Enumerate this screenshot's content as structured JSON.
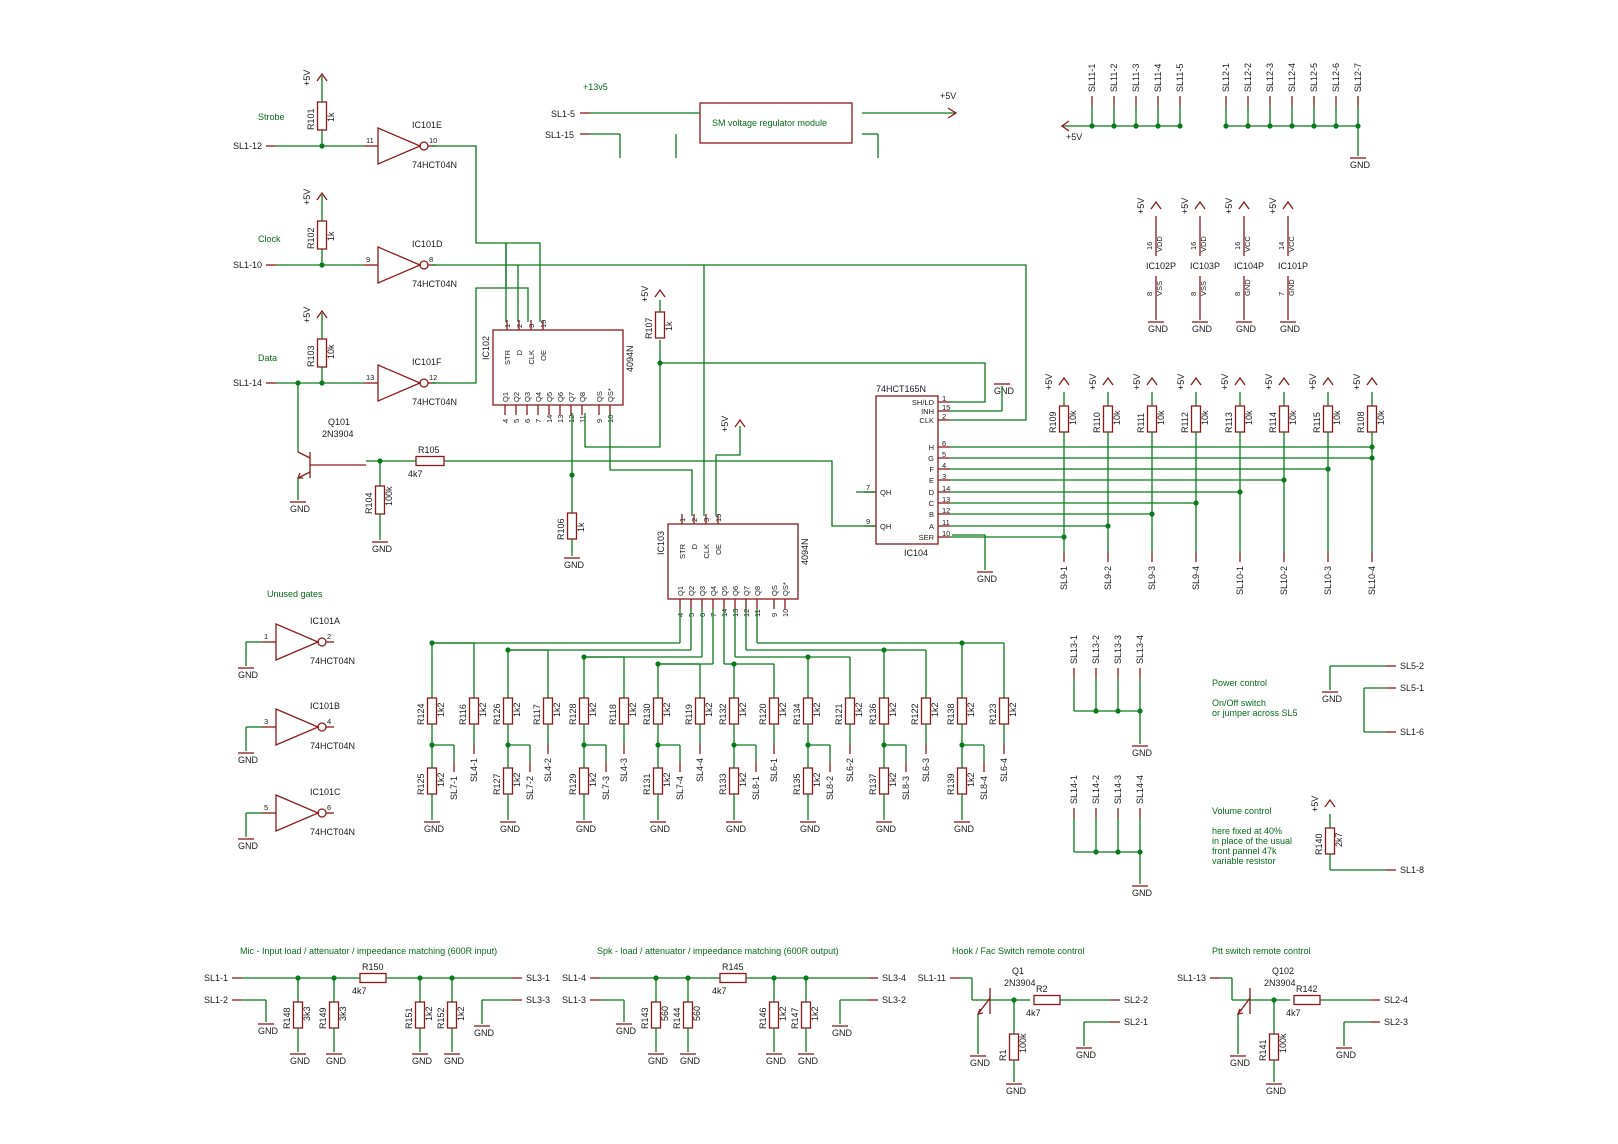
{
  "sections": {
    "strobe": "Strobe",
    "clock": "Clock",
    "data": "Data",
    "unused_gates": "Unused gates",
    "supply": "+13v5",
    "mic_title": "Mic - Input load / attenuator / impeedance matching (600R input)",
    "spk_title": "Spk - load / attenuator / impeedance matching (600R output)",
    "hook_title": "Hook / Fac Switch remote control",
    "ptt_title": "Ptt switch remote control",
    "power_title": "Power control",
    "power_note1": "On/Off switch",
    "power_note2": "or jumper across SL5",
    "volume_title": "Volume control",
    "volume_note1": "here fixed at 40%",
    "volume_note2": "in place of the usual",
    "volume_note3": "front pannel 47k",
    "volume_note4": "variable resistor"
  },
  "regulator": {
    "label": "SM voltage regulator module",
    "in": "SL1-5",
    "gnd_in": "SL1-15",
    "out": "+5V"
  },
  "power": {
    "vcc": "+5V",
    "gnd": "GND"
  },
  "inverters": [
    {
      "name": "IC101E",
      "type": "74HCT04N",
      "pin_in": "11",
      "pin_out": "10",
      "conn": "SL1-12",
      "res": "R101",
      "res_val": "1k"
    },
    {
      "name": "IC101D",
      "type": "74HCT04N",
      "pin_in": "9",
      "pin_out": "8",
      "conn": "SL1-10",
      "res": "R102",
      "res_val": "1k"
    },
    {
      "name": "IC101F",
      "type": "74HCT04N",
      "pin_in": "13",
      "pin_out": "12",
      "conn": "SL1-14",
      "res": "R103",
      "res_val": "10k"
    }
  ],
  "unused": [
    {
      "name": "IC101A",
      "type": "74HCT04N",
      "pin_in": "1",
      "pin_out": "2"
    },
    {
      "name": "IC101B",
      "type": "74HCT04N",
      "pin_in": "3",
      "pin_out": "4"
    },
    {
      "name": "IC101C",
      "type": "74HCT04N",
      "pin_in": "5",
      "pin_out": "6"
    }
  ],
  "ic102": {
    "name": "IC102",
    "type": "4094N",
    "top": [
      "STR",
      "D",
      "CLK",
      "OE"
    ],
    "top_pins": [
      "1",
      "2",
      "3",
      "15"
    ],
    "bottom": [
      "Q1",
      "Q2",
      "Q3",
      "Q4",
      "Q5",
      "Q6",
      "Q7",
      "Q8",
      "QS",
      "QS*"
    ],
    "bottom_pins": [
      "4",
      "5",
      "6",
      "7",
      "14",
      "13",
      "12",
      "11",
      "9",
      "10"
    ]
  },
  "ic103": {
    "name": "IC103",
    "type": "4094N",
    "top": [
      "STR",
      "D",
      "CLK",
      "OE"
    ],
    "top_pins": [
      "1",
      "2",
      "3",
      "15"
    ],
    "bottom": [
      "Q1",
      "Q2",
      "Q3",
      "Q4",
      "Q5",
      "Q6",
      "Q7",
      "Q8",
      "QS",
      "QS*"
    ],
    "bottom_pins": [
      "4",
      "5",
      "6",
      "7",
      "14",
      "13",
      "12",
      "11",
      "9",
      "10"
    ]
  },
  "ic104": {
    "name": "IC104",
    "type": "74HCT165N",
    "left": [
      "SH/LD",
      "INH",
      "CLK"
    ],
    "inputs": [
      "H",
      "G",
      "F",
      "E",
      "D",
      "C",
      "B",
      "A",
      "SER"
    ],
    "input_pins": [
      "6",
      "5",
      "4",
      "3",
      "14",
      "13",
      "12",
      "11",
      "10"
    ],
    "ctrl_pins": [
      "1",
      "15",
      "2"
    ],
    "outs": [
      "QH",
      "QH"
    ],
    "out_pins": [
      "7",
      "9"
    ]
  },
  "q101": {
    "name": "Q101",
    "type": "2N3904",
    "r105": "R105",
    "r105_val": "4k7",
    "r104": "R104",
    "r104_val": "100k"
  },
  "r106": {
    "name": "R106",
    "val": "1k"
  },
  "r107": {
    "name": "R107",
    "val": "1k"
  },
  "power_pins": [
    {
      "name": "IC102P",
      "vcc_pin": "16",
      "vcc": "VDD",
      "gnd_pin": "8",
      "gnd": "VSS"
    },
    {
      "name": "IC103P",
      "vcc_pin": "16",
      "vcc": "VDD",
      "gnd_pin": "8",
      "gnd": "VSS"
    },
    {
      "name": "IC104P",
      "vcc_pin": "16",
      "vcc": "VCC",
      "gnd_pin": "8",
      "gnd": "GND"
    },
    {
      "name": "IC101P",
      "vcc_pin": "14",
      "vcc": "VCC",
      "gnd_pin": "7",
      "gnd": "GND"
    }
  ],
  "sl11": [
    "SL11-1",
    "SL11-2",
    "SL11-3",
    "SL11-4",
    "SL11-5"
  ],
  "sl12": [
    "SL12-1",
    "SL12-2",
    "SL12-3",
    "SL12-4",
    "SL12-5",
    "SL12-6",
    "SL12-7"
  ],
  "pullups": [
    {
      "r": "R109",
      "v": "10k",
      "sl": "SL9-1"
    },
    {
      "r": "R110",
      "v": "10k",
      "sl": "SL9-2"
    },
    {
      "r": "R111",
      "v": "10k",
      "sl": "SL9-3"
    },
    {
      "r": "R112",
      "v": "10k",
      "sl": "SL9-4"
    },
    {
      "r": "R113",
      "v": "10k",
      "sl": "SL10-1"
    },
    {
      "r": "R114",
      "v": "10k",
      "sl": "SL10-2"
    },
    {
      "r": "R115",
      "v": "10k",
      "sl": "SL10-3"
    },
    {
      "r": "R108",
      "v": "10k",
      "sl": "SL10-4"
    }
  ],
  "dividers": [
    {
      "top": "R124",
      "bot": "R125",
      "v": "1k2",
      "sl": "SL7-1"
    },
    {
      "top": "R116",
      "v": "1k2",
      "sl": "SL4-1",
      "single": true
    },
    {
      "top": "R126",
      "bot": "R127",
      "v": "1k2",
      "sl": "SL7-2"
    },
    {
      "top": "R117",
      "v": "1k2",
      "sl": "SL4-2",
      "single": true
    },
    {
      "top": "R128",
      "bot": "R129",
      "v": "1k2",
      "sl": "SL7-3"
    },
    {
      "top": "R118",
      "v": "1k2",
      "sl": "SL4-3",
      "single": true
    },
    {
      "top": "R130",
      "bot": "R131",
      "v": "1k2",
      "sl": "SL7-4"
    },
    {
      "top": "R119",
      "v": "1k2",
      "sl": "SL4-4",
      "single": true
    },
    {
      "top": "R132",
      "bot": "R133",
      "v": "1k2",
      "sl": "SL8-1"
    },
    {
      "top": "R120",
      "v": "1k2",
      "sl": "SL6-1",
      "single": true
    },
    {
      "top": "R134",
      "bot": "R135",
      "v": "1k2",
      "sl": "SL8-2"
    },
    {
      "top": "R121",
      "v": "1k2",
      "sl": "SL6-2",
      "single": true
    },
    {
      "top": "R136",
      "bot": "R137",
      "v": "1k2",
      "sl": "SL8-3"
    },
    {
      "top": "R122",
      "v": "1k2",
      "sl": "SL6-3",
      "single": true
    },
    {
      "top": "R138",
      "bot": "R139",
      "v": "1k2",
      "sl": "SL8-4"
    },
    {
      "top": "R123",
      "v": "1k2",
      "sl": "SL6-4",
      "single": true
    }
  ],
  "sl13": [
    "SL13-1",
    "SL13-2",
    "SL13-3",
    "SL13-4"
  ],
  "sl14": [
    "SL14-1",
    "SL14-2",
    "SL14-3",
    "SL14-4"
  ],
  "power_ctrl": [
    "SL5-2",
    "SL5-1",
    "SL1-6"
  ],
  "volume": {
    "r": "R140",
    "v": "2k7",
    "sl": "SL1-8"
  },
  "mic": {
    "in1": "SL1-1",
    "in2": "SL1-2",
    "out1": "SL3-1",
    "out2": "SL3-3",
    "r150": "R150",
    "r150_val": "4k7",
    "r148": "R148",
    "r148_val": "3k3",
    "r149": "R149",
    "r149_val": "3k3",
    "r151": "R151",
    "r151_val": "1k2",
    "r152": "R152",
    "r152_val": "1k2"
  },
  "spk": {
    "in1": "SL1-4",
    "in2": "SL1-3",
    "out1": "SL3-4",
    "out2": "SL3-2",
    "r145": "R145",
    "r145_val": "4k7",
    "r143": "R143",
    "r143_val": "560",
    "r144": "R144",
    "r144_val": "560",
    "r146": "R146",
    "r146_val": "1k2",
    "r147": "R147",
    "r147_val": "1k2"
  },
  "hook": {
    "in": "SL1-11",
    "q": "Q1",
    "qt": "2N3904",
    "r2": "R2",
    "r2_val": "4k7",
    "r1": "R1",
    "r1_val": "100k",
    "out1": "SL2-2",
    "out2": "SL2-1"
  },
  "ptt": {
    "in": "SL1-13",
    "q": "Q102",
    "qt": "2N3904",
    "r142": "R142",
    "r142_val": "4k7",
    "r141": "R141",
    "r141_val": "100k",
    "out1": "SL2-4",
    "out2": "SL2-3"
  }
}
